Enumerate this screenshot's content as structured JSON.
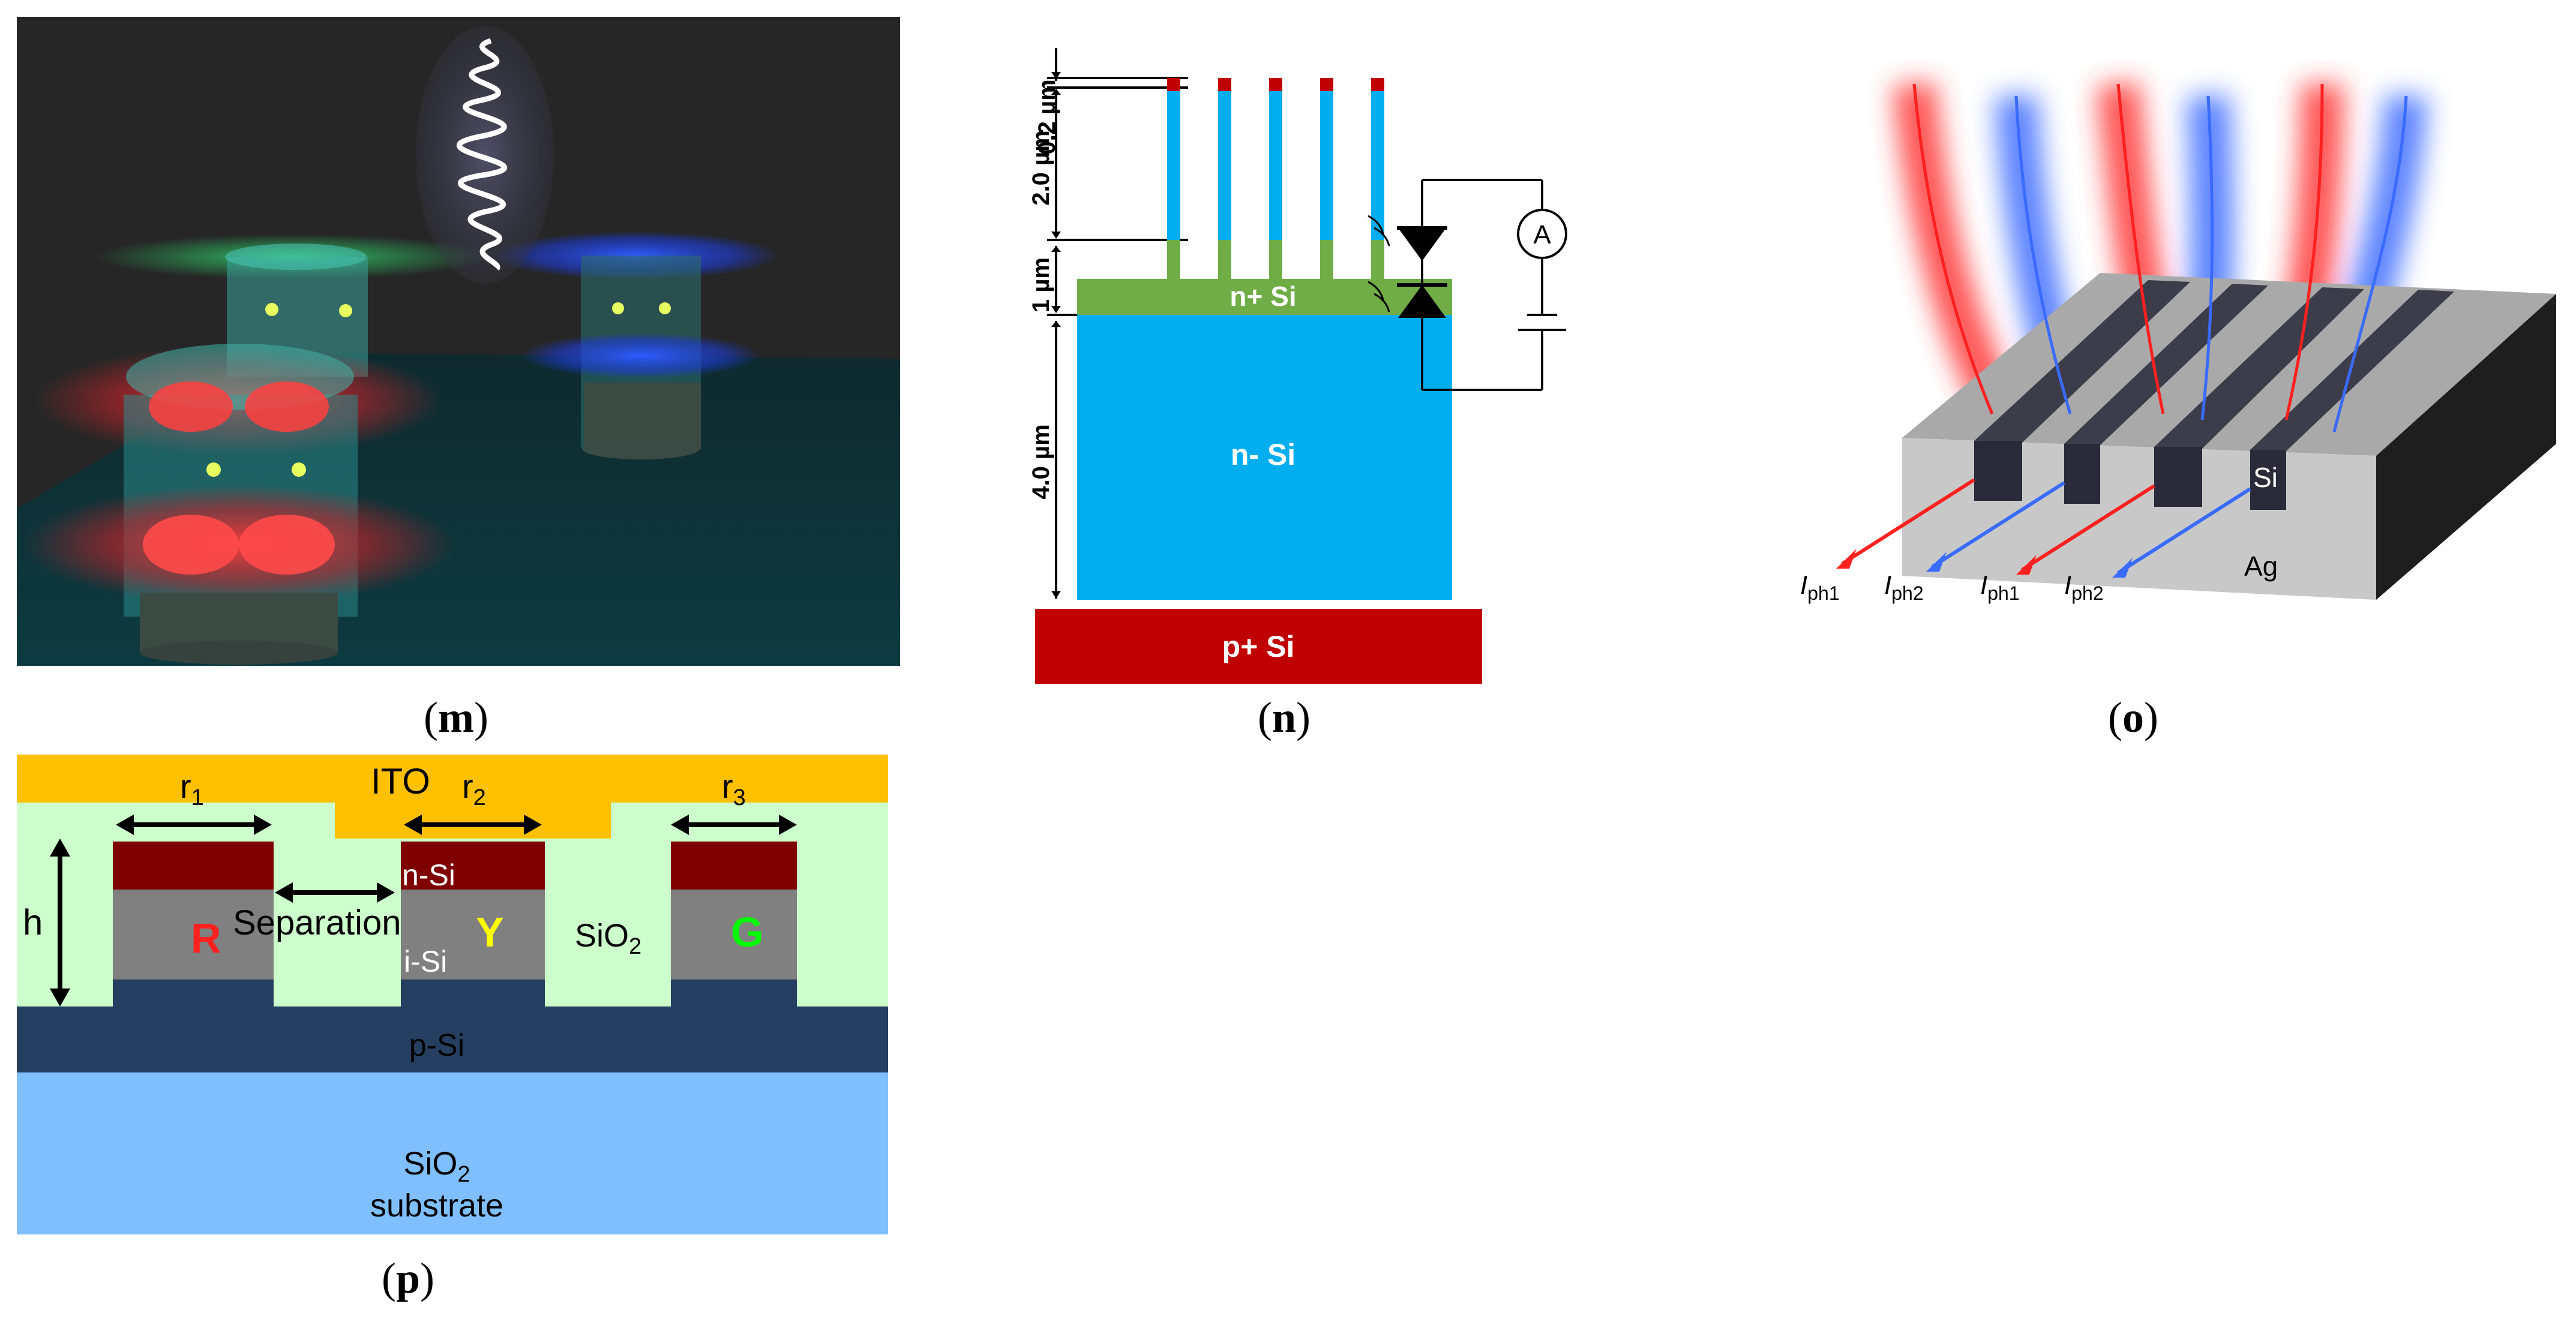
{
  "panels": {
    "m": {
      "caption_open": "(",
      "caption_letter": "m",
      "caption_close": ")"
    },
    "n": {
      "caption_open": "(",
      "caption_letter": "n",
      "caption_close": ")",
      "dim_top": "0.2 µm",
      "dim_wire": "2.0 µm",
      "dim_n_plus": "1 µm",
      "dim_n_minus": "4.0 µm",
      "layer_n_plus": "n+ Si",
      "layer_n_minus": "n- Si",
      "layer_p_plus": "p+ Si",
      "meter_label": "A",
      "colors": {
        "wire": "#00aeef",
        "cap": "#c00000",
        "n_plus": "#70ad47",
        "n_minus": "#00aeef",
        "p_plus": "#c00000"
      }
    },
    "o": {
      "caption_open": "(",
      "caption_letter": "o",
      "caption_close": ")",
      "label_si": "Si",
      "label_ag": "Ag",
      "currents": [
        {
          "sym": "I",
          "sub": "ph1"
        },
        {
          "sym": "I",
          "sub": "ph2"
        },
        {
          "sym": "I",
          "sub": "ph1"
        },
        {
          "sym": "I",
          "sub": "ph2"
        }
      ],
      "colors": {
        "red": "#ff2020",
        "blue": "#3a6bff",
        "ag": "#c8c8c8",
        "top": "#a9a9a9"
      }
    },
    "p": {
      "caption_open": "(",
      "caption_letter": "p",
      "caption_close": ")",
      "ito": "ITO",
      "r1": "r",
      "r1_sub": "1",
      "r2": "r",
      "r2_sub": "2",
      "r3": "r",
      "r3_sub": "3",
      "h": "h",
      "separation": "Separation",
      "n_si": "n-Si",
      "i_si": "i-Si",
      "p_si": "p-Si",
      "sio2": "SiO",
      "sio2_sub": "2",
      "substrate_line1": "SiO",
      "substrate_sub": "2",
      "substrate_line2": "substrate",
      "pixel_r": "R",
      "pixel_y": "Y",
      "pixel_g": "G",
      "colors": {
        "ito": "#ffc000",
        "oxide": "#ccffcc",
        "n_si": "#7f0000",
        "i_si": "#808080",
        "p_si": "#243f60",
        "substrate": "#7fbfff",
        "r": "#ff2020",
        "y": "#ffff00",
        "g": "#00ff00"
      }
    }
  }
}
